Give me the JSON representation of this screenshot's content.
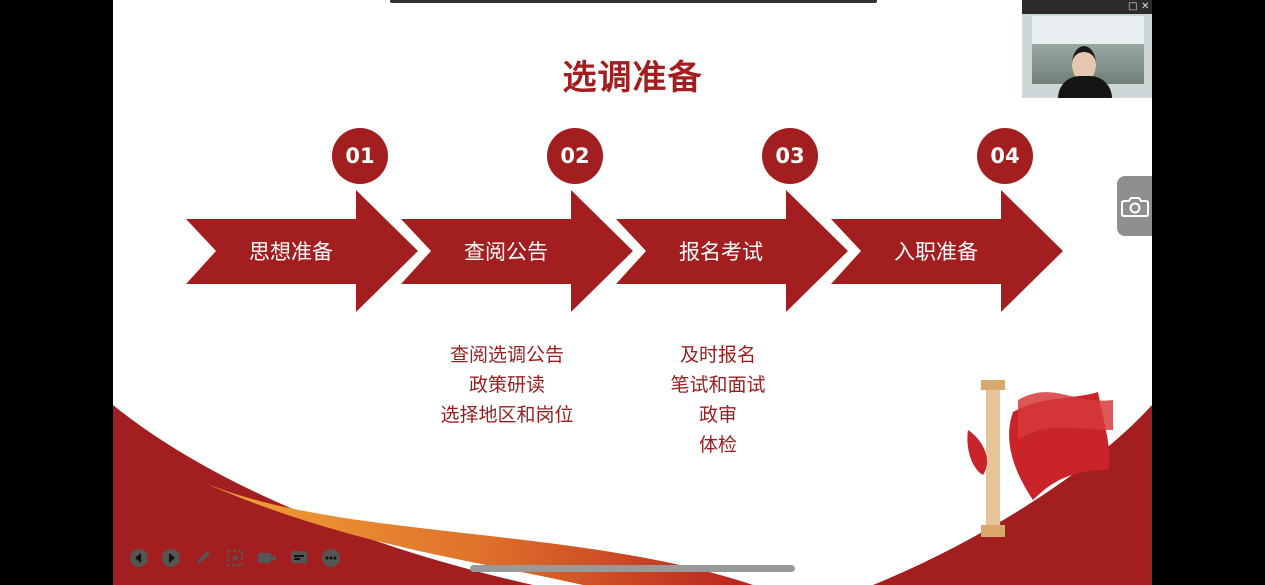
{
  "slide": {
    "title": "选调准备",
    "steps": [
      {
        "number": "01",
        "label": "思想准备"
      },
      {
        "number": "02",
        "label": "查阅公告"
      },
      {
        "number": "03",
        "label": "报名考试"
      },
      {
        "number": "04",
        "label": "入职准备"
      }
    ],
    "details_step2": [
      "查阅选调公告",
      "政策研读",
      "选择地区和岗位"
    ],
    "details_step3": [
      "及时报名",
      "笔试和面试",
      "政审",
      "体检"
    ]
  },
  "colors": {
    "accent": "#a31f1f",
    "accent_dark": "#8e1b1b",
    "orange": "#e98a2d"
  },
  "icons": {
    "camera_button": "camera-icon",
    "toolbar": [
      "prev-icon",
      "next-icon",
      "pen-icon",
      "select-icon",
      "video-icon",
      "subtitle-icon",
      "more-icon"
    ]
  }
}
